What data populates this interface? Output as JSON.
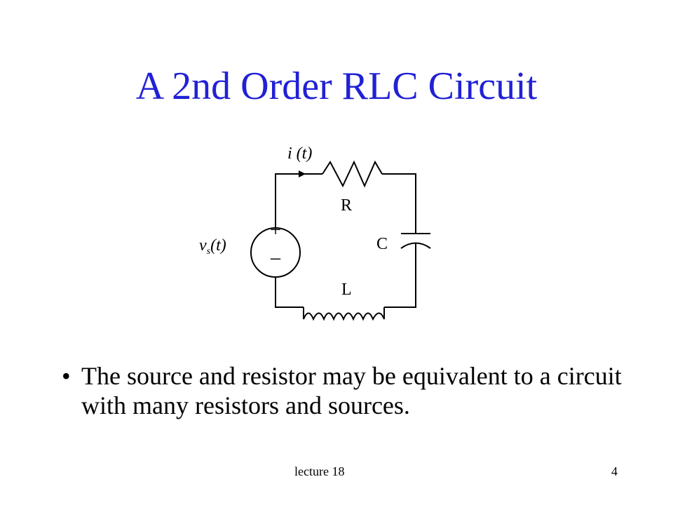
{
  "slide": {
    "title": "A 2nd Order RLC Circuit",
    "bullet_marker": "•",
    "bullet_text": "The source and resistor may be equivalent to a circuit with many resistors and sources.",
    "footer_left": "lecture 18",
    "page_number": "4"
  },
  "circuit": {
    "current_label": "i (t)",
    "resistor_label": "R",
    "capacitor_label": "C",
    "inductor_label": "L",
    "source_label_main": "v",
    "source_label_sub": "s",
    "source_label_arg": "(t)",
    "source_plus": "+",
    "source_minus": "–"
  }
}
